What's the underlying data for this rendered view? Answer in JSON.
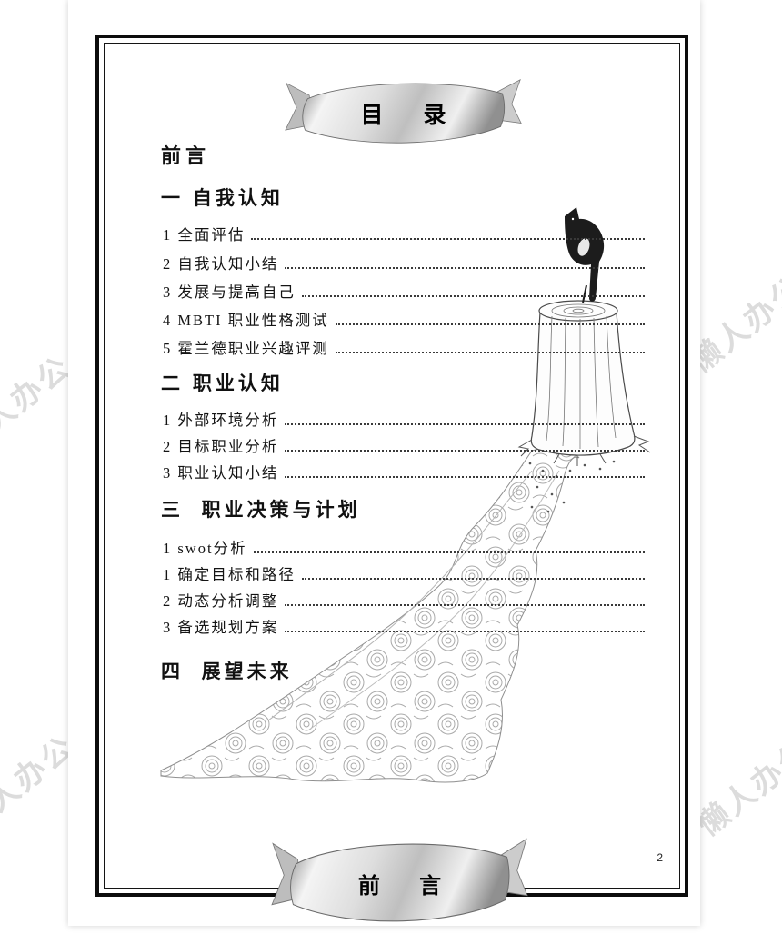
{
  "page": {
    "number": "2"
  },
  "watermark": {
    "text": "懒人办公"
  },
  "banners": {
    "top_title": "目  录",
    "bottom_title": "前  言"
  },
  "toc": {
    "preface": "前言",
    "sections": [
      {
        "title": "一 自我认知",
        "items": [
          "1 全面评估",
          "2 自我认知小结",
          "3 发展与提高自己",
          "4 MBTI 职业性格测试",
          "5 霍兰德职业兴趣评测"
        ]
      },
      {
        "title": "二 职业认知",
        "items": [
          "1 外部环境分析",
          "2 目标职业分析",
          "3 职业认知小结"
        ]
      },
      {
        "title": "三  职业决策与计划",
        "items": [
          "1 swot分析",
          "1 确定目标和路径",
          "2 动态分析调整",
          "3 备选规划方案"
        ]
      },
      {
        "title": "四  展望未来",
        "items": []
      }
    ]
  },
  "illustration": {
    "description": "ink drawing of a bird perched on a tree stump with a swirling stream flowing down-left"
  }
}
